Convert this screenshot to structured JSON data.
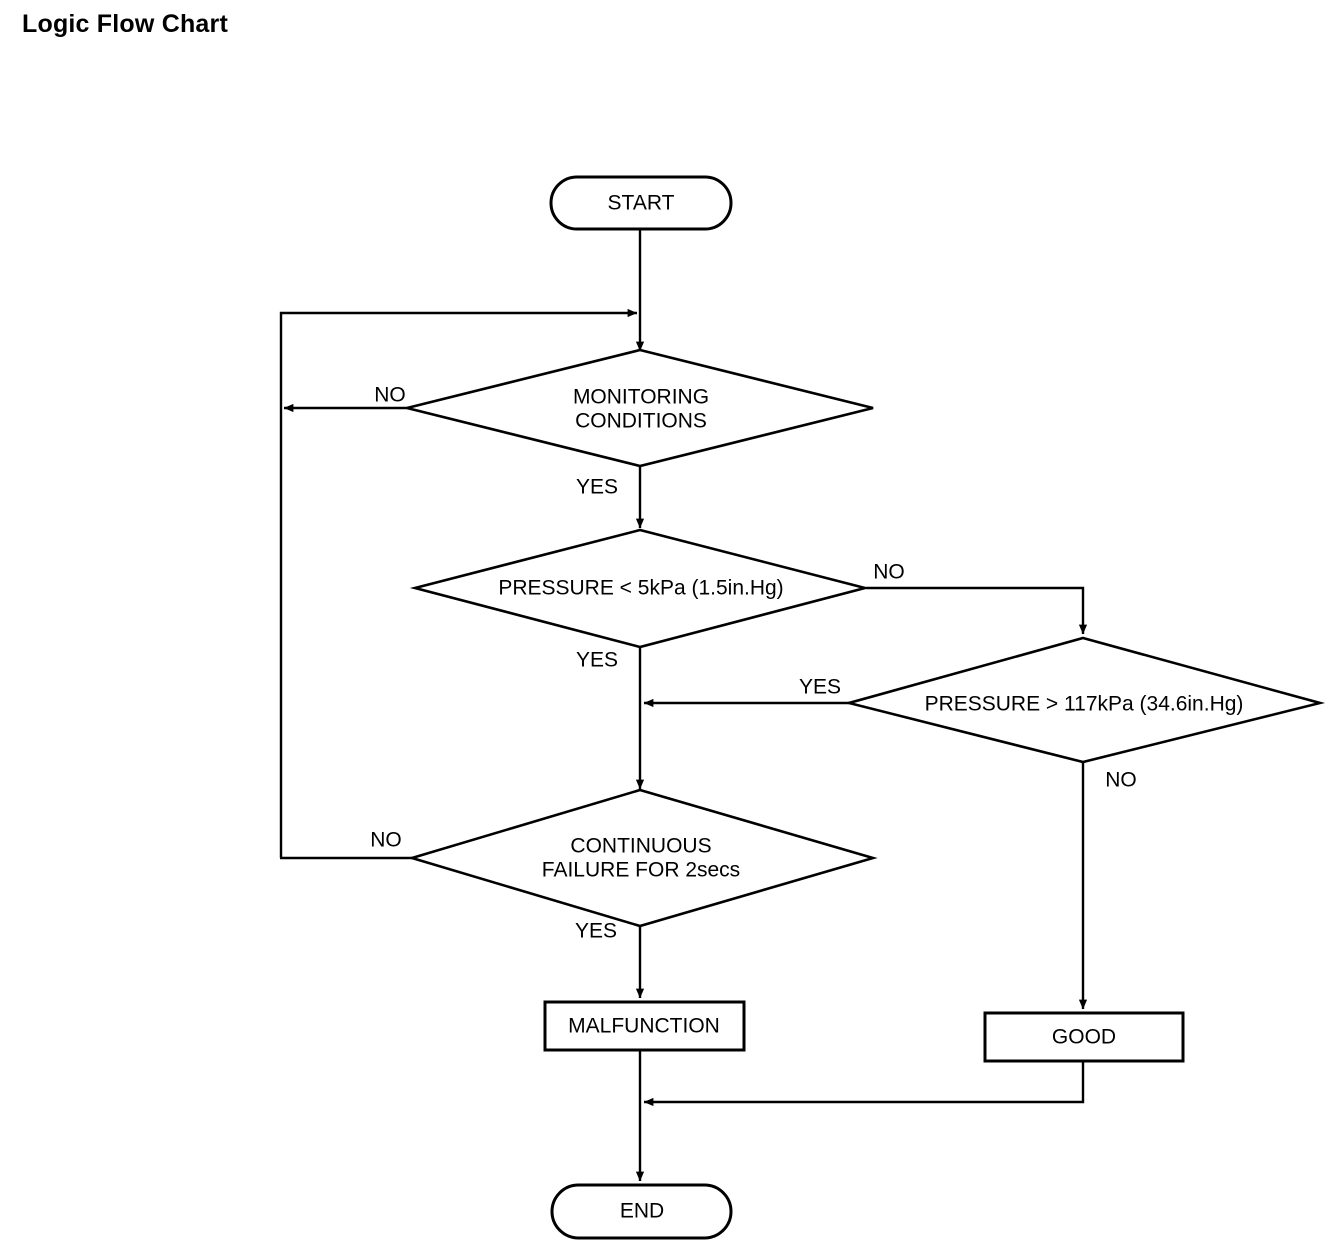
{
  "page": {
    "title": "Logic Flow Chart",
    "background_color": "#ffffff",
    "line_color": "#000000",
    "text_color": "#000000"
  },
  "chart_data": {
    "type": "diagram",
    "diagram_kind": "flowchart",
    "title": "Logic Flow Chart",
    "orientation": "top-to-bottom",
    "nodes": [
      {
        "id": "start",
        "shape": "terminator",
        "label": "START"
      },
      {
        "id": "monitoring",
        "shape": "decision",
        "label": "MONITORING CONDITIONS",
        "line1": "MONITORING",
        "line2": "CONDITIONS"
      },
      {
        "id": "pressure_low",
        "shape": "decision",
        "label": "PRESSURE < 5kPa (1.5in.Hg)",
        "line1": "PRESSURE < 5kPa (1.5in.Hg)",
        "line2": ""
      },
      {
        "id": "pressure_high",
        "shape": "decision",
        "label": "PRESSURE > 117kPa (34.6in.Hg)",
        "line1": "PRESSURE > 117kPa (34.6in.Hg)",
        "line2": ""
      },
      {
        "id": "continuous_failure",
        "shape": "decision",
        "label": "CONTINUOUS FAILURE FOR 2secs",
        "line1": "CONTINUOUS",
        "line2": "FAILURE FOR 2secs"
      },
      {
        "id": "malfunction",
        "shape": "process",
        "label": "MALFUNCTION"
      },
      {
        "id": "good",
        "shape": "process",
        "label": "GOOD"
      },
      {
        "id": "end",
        "shape": "terminator",
        "label": "END"
      }
    ],
    "edges": [
      {
        "from": "start",
        "to": "monitoring",
        "label": ""
      },
      {
        "from": "monitoring",
        "to": "monitoring",
        "label": "NO"
      },
      {
        "from": "monitoring",
        "to": "pressure_low",
        "label": "YES"
      },
      {
        "from": "pressure_low",
        "to": "pressure_high",
        "label": "NO"
      },
      {
        "from": "pressure_low",
        "to": "continuous_failure",
        "label": "YES"
      },
      {
        "from": "pressure_high",
        "to": "continuous_failure",
        "label": "YES"
      },
      {
        "from": "pressure_high",
        "to": "good",
        "label": "NO"
      },
      {
        "from": "continuous_failure",
        "to": "monitoring",
        "label": "NO"
      },
      {
        "from": "continuous_failure",
        "to": "malfunction",
        "label": "YES"
      },
      {
        "from": "malfunction",
        "to": "end",
        "label": ""
      },
      {
        "from": "good",
        "to": "end",
        "label": ""
      }
    ],
    "edge_labels": {
      "monitoring_no": "NO",
      "monitoring_yes": "YES",
      "pressure_low_no": "NO",
      "pressure_low_yes": "YES",
      "pressure_high_yes": "YES",
      "pressure_high_no": "NO",
      "failure_no": "NO",
      "failure_yes": "YES"
    }
  }
}
